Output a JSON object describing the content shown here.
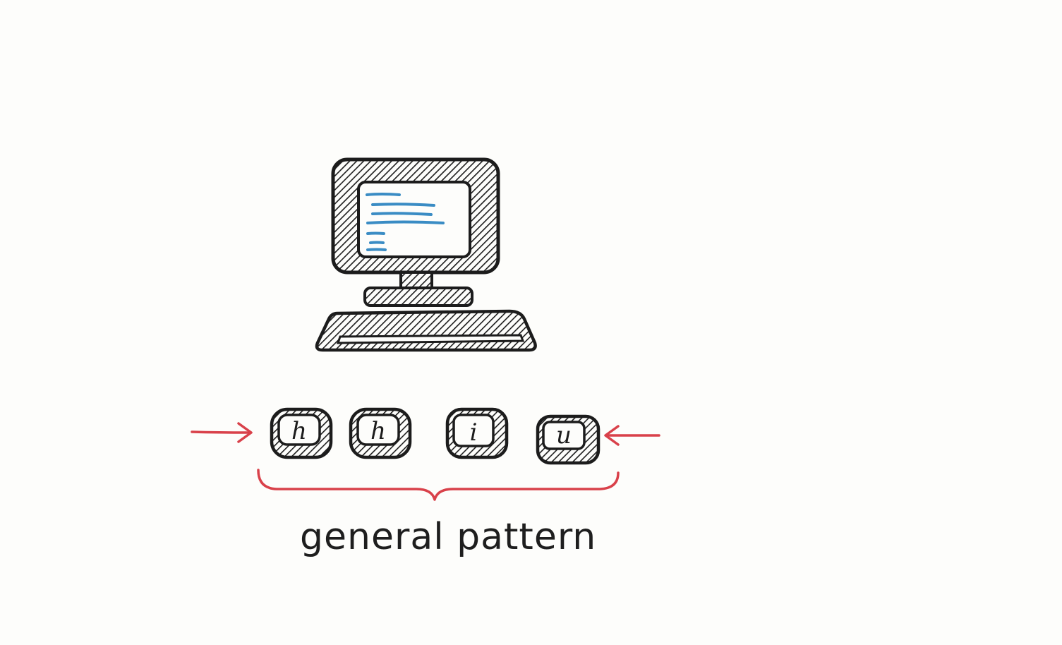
{
  "caption": "general pattern",
  "keys": [
    {
      "label": "h"
    },
    {
      "label": "h"
    },
    {
      "label": "i"
    },
    {
      "label": "u"
    }
  ],
  "colors": {
    "ink": "#1c1c1c",
    "screen_text": "#3a8cc4",
    "arrow": "#d9414a",
    "brace": "#d9414a",
    "paper": "#fdfdfb"
  },
  "icons": {
    "computer": "computer-monitor-icon",
    "keyboard": "keyboard-icon",
    "arrow_left": "arrow-right-icon",
    "arrow_right": "arrow-left-icon",
    "brace": "curly-brace-icon"
  }
}
